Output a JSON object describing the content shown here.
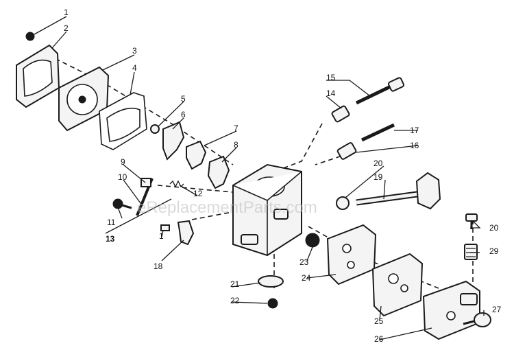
{
  "watermark": "eReplacementParts.com",
  "callouts": {
    "c1": "1",
    "c2": "2",
    "c3": "3",
    "c4": "4",
    "c5": "5",
    "c6": "6",
    "c7": "7",
    "c8": "8",
    "c9": "9",
    "c10": "10",
    "c11": "11",
    "c12": "12",
    "c13": "13",
    "c14": "14",
    "c15": "15",
    "c16": "16",
    "c17": "17",
    "c18": "18",
    "c19": "19",
    "c20a": "20",
    "c20b": "20",
    "c21": "21",
    "c22": "22",
    "c23": "23",
    "c24": "24",
    "c25": "25",
    "c26": "26",
    "c27": "27",
    "c29": "29",
    "c1b": "1"
  }
}
